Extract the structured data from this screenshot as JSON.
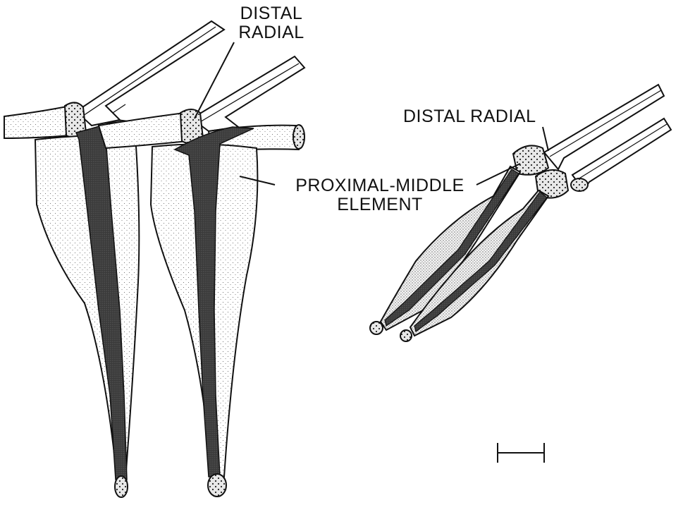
{
  "labels": {
    "distal_radial_left_line1": "DISTAL",
    "distal_radial_left_line2": "RADIAL",
    "distal_radial_right": "DISTAL RADIAL",
    "proximal_middle_line1": "PROXIMAL-MIDDLE",
    "proximal_middle_line2": "ELEMENT"
  },
  "colors": {
    "ink": "#111111",
    "stipple": "#444444",
    "fill_light": "#ffffff",
    "core_dark": "#2a2a2a"
  }
}
